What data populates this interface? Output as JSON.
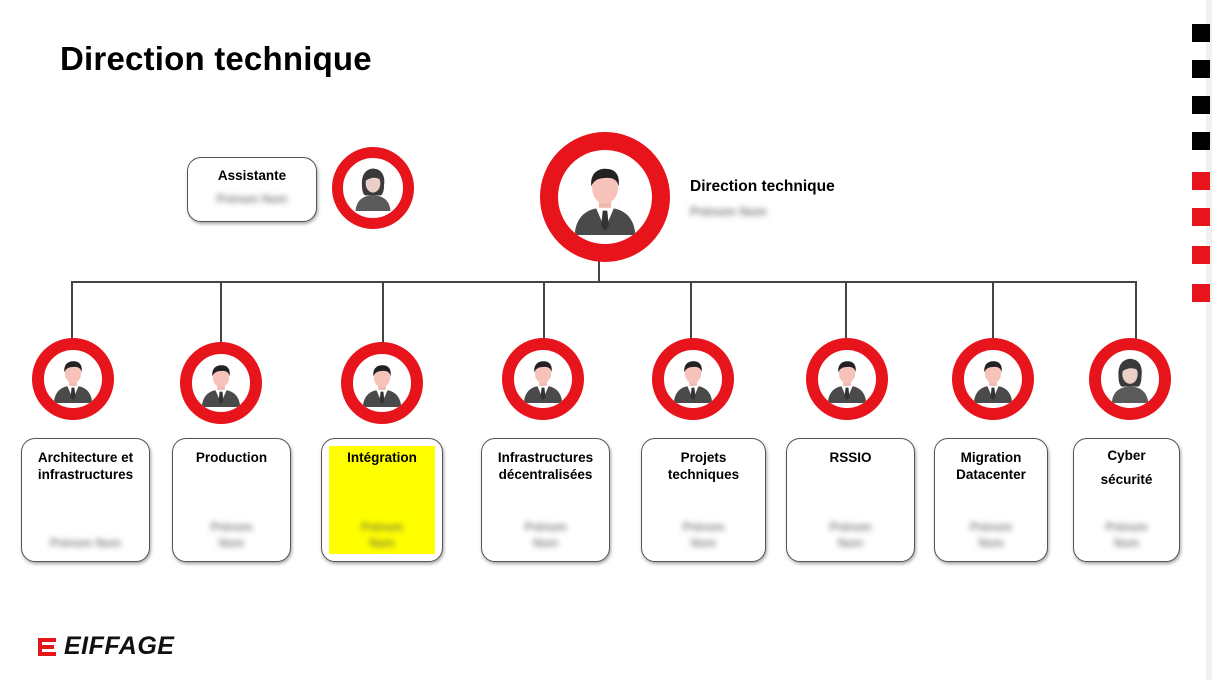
{
  "title": "Direction technique",
  "top": {
    "assistant": {
      "role": "Assistante",
      "name": "Prénom Nom"
    },
    "director": {
      "role": "Direction technique",
      "name": "Prénom Nom"
    }
  },
  "departments": [
    {
      "role": "Architecture et\ninfrastructures",
      "name": "Prénom Nom"
    },
    {
      "role": "Production",
      "name": "Prénom\nNom"
    },
    {
      "role": "Intégration",
      "name": "Prénom\nNom"
    },
    {
      "role": "Infrastructures\ndécentralisées",
      "name": "Prénom\nNom"
    },
    {
      "role": "Projets\ntechniques",
      "name": "Prénom\nNom"
    },
    {
      "role": "RSSIO",
      "name": "Prénom\nNom"
    },
    {
      "role": "Migration\nDatacenter",
      "name": "Prénom\nNom"
    },
    {
      "role": "Cyber\nsécurité",
      "name": "Prénom\nNom"
    }
  ],
  "logo": {
    "text": "EIFFAGE"
  },
  "colors": {
    "accent": "#e8141c",
    "highlight": "#ffff00"
  },
  "icons": {
    "male": "man-avatar-icon",
    "female": "woman-avatar-icon"
  }
}
